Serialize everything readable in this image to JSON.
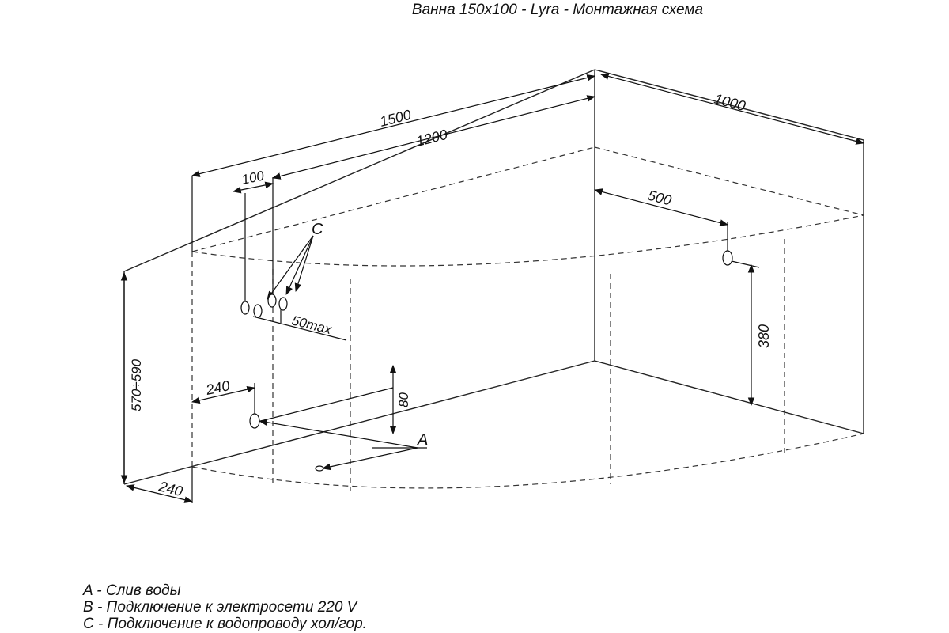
{
  "title": "Ванна 150x100 - Lyra - Монтажная схема",
  "dimensions": {
    "total_length": "1500",
    "inner_length": "1200",
    "depth": "1000",
    "pipe_spacing": "100",
    "offset_500": "500",
    "pipe_max": "50max",
    "drain_offset_top": "240",
    "drain_offset_bottom": "240",
    "drain_height": "80",
    "height": "570÷590",
    "outlet_height": "380"
  },
  "markers": {
    "c": "C",
    "a": "A"
  },
  "legend": [
    "A - Слив воды",
    "B - Подключение к электросети 220 V",
    "C - Подключение к водопроводу хол/гор."
  ]
}
